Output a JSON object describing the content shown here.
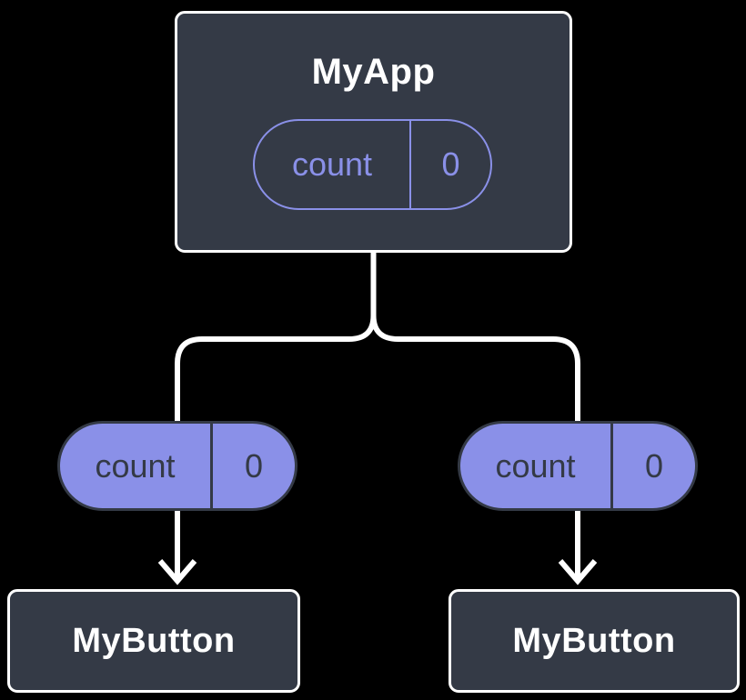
{
  "colors": {
    "background": "#000000",
    "box_fill": "#343A46",
    "box_border": "#FFFFFF",
    "accent": "#8A90E8",
    "pill_border": "#343A46",
    "text_light": "#FFFFFF",
    "connector": "#FFFFFF"
  },
  "diagram": {
    "type": "component-tree",
    "root_component": {
      "title": "MyApp",
      "state_pill": {
        "label": "count",
        "value": "0"
      }
    },
    "child_components": [
      {
        "title": "MyButton",
        "prop_pill": {
          "label": "count",
          "value": "0"
        }
      },
      {
        "title": "MyButton",
        "prop_pill": {
          "label": "count",
          "value": "0"
        }
      }
    ]
  }
}
